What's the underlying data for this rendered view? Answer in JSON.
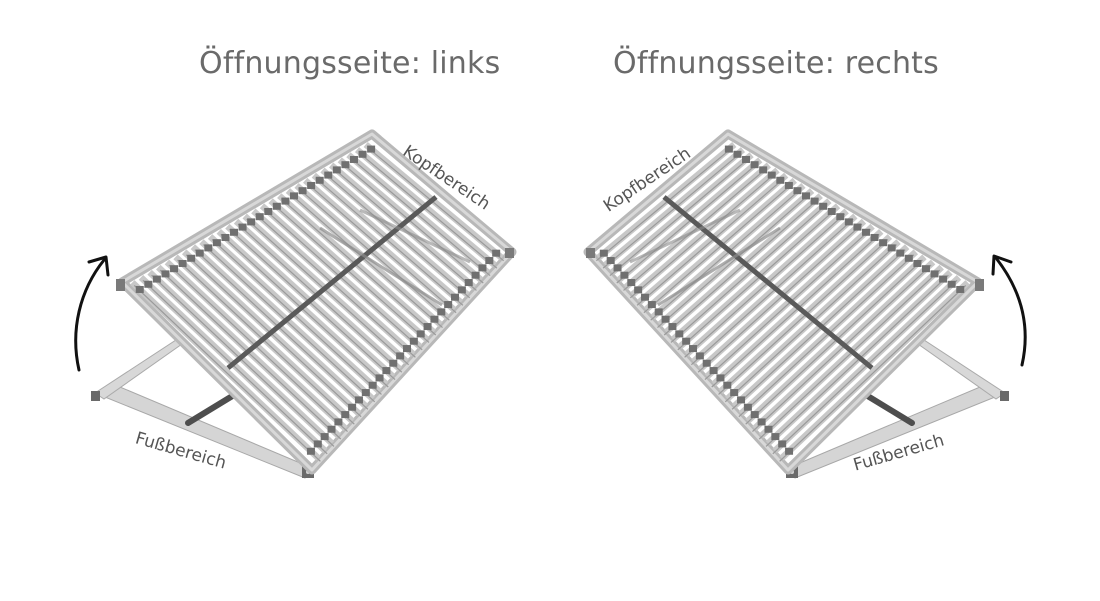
{
  "panels": {
    "left": {
      "title": "Öffnungsseite: links",
      "head_label": "Kopfbereich",
      "foot_label": "Fußbereich"
    },
    "right": {
      "title": "Öffnungsseite: rechts",
      "head_label": "Kopfbereich",
      "foot_label": "Fußbereich"
    }
  },
  "icons": {
    "lift_arrow": "curved-arrow-up-icon"
  },
  "colors": {
    "frame": "#b9b9b9",
    "slat": "#c8c8c8",
    "rail": "#5c5c5c",
    "arrow": "#111111",
    "text": "#6a6a6a"
  }
}
